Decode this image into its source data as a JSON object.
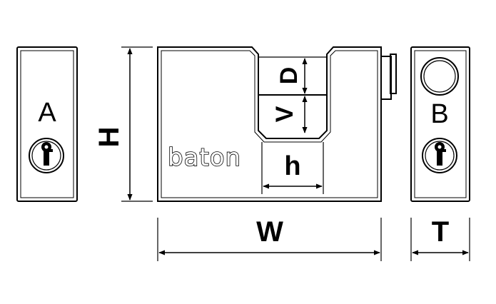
{
  "labels": {
    "A": "A",
    "B": "B",
    "H": "H",
    "W": "W",
    "T": "T",
    "h": "h",
    "D": "D",
    "V": "V"
  },
  "brand": "baton",
  "colors": {
    "line": "#000000",
    "background": "#ffffff"
  },
  "icons": [
    "keyhole-icon",
    "keyhole-icon",
    "shackle-button-icon",
    "arrow-icon"
  ]
}
